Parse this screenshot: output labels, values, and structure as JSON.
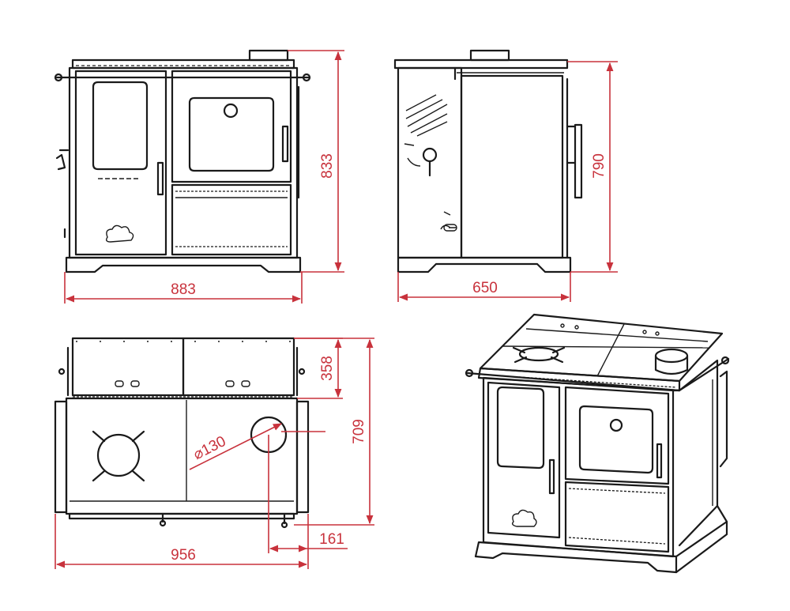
{
  "dimensions": {
    "front_width": "883",
    "front_height": "833",
    "side_depth": "650",
    "side_height": "790",
    "top_width": "956",
    "top_depth": "709",
    "top_partial_depth": "358",
    "flue_diameter": "⌀130",
    "flue_offset": "161"
  },
  "colors": {
    "line": "#1a1a1a",
    "dimension": "#c8323c",
    "background": "#ffffff"
  }
}
